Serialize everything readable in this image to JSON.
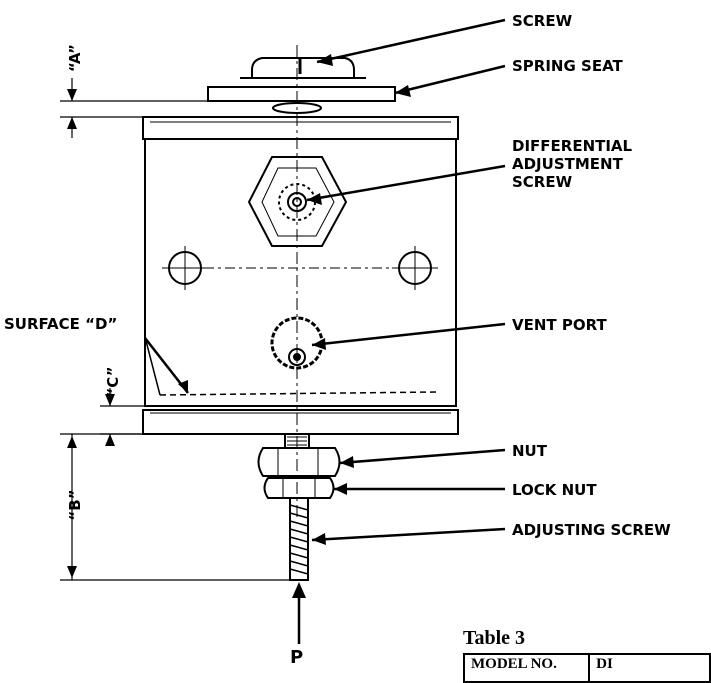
{
  "labels": {
    "screw": "SCREW",
    "spring_seat": "SPRING SEAT",
    "differential_line1": "DIFFERENTIAL",
    "differential_line2": "ADJUSTMENT",
    "differential_line3": "SCREW",
    "surface_d": "SURFACE “D”",
    "vent_port": "VENT PORT",
    "nut": "NUT",
    "lock_nut": "LOCK NUT",
    "adjusting_screw": "ADJUSTING SCREW",
    "p": "P"
  },
  "dimensions": {
    "a": "“A”",
    "b": "“B”",
    "c": "“C”"
  },
  "table": {
    "title": "Table 3",
    "headers": [
      "MODEL NO.",
      "DI"
    ]
  }
}
